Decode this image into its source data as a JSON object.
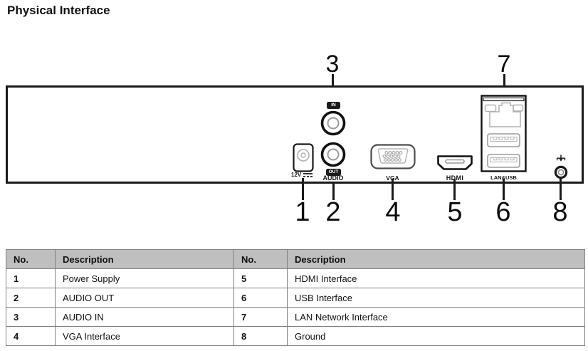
{
  "title": "Physical Interface",
  "diagram": {
    "labels": {
      "power": "12V",
      "audio_in": "IN",
      "audio_out": "OUT",
      "audio": "AUDIO",
      "vga": "VGA",
      "hdmi": "HDMI",
      "lan_usb": "LAN&USB"
    },
    "callouts": [
      "1",
      "2",
      "3",
      "4",
      "5",
      "6",
      "7",
      "8"
    ]
  },
  "table": {
    "headers": [
      "No.",
      "Description",
      "No.",
      "Description"
    ],
    "rows": [
      [
        "1",
        "Power Supply",
        "5",
        "HDMI Interface"
      ],
      [
        "2",
        "AUDIO OUT",
        "6",
        "USB Interface"
      ],
      [
        "3",
        "AUDIO IN",
        "7",
        "LAN Network Interface"
      ],
      [
        "4",
        "VGA Interface",
        "8",
        "Ground"
      ]
    ]
  },
  "colors": {
    "line_black": "#1a1a1a",
    "port_outline_gray": "#b0b0b0",
    "table_header_bg": "#bfbfbf",
    "table_border": "#808080"
  }
}
